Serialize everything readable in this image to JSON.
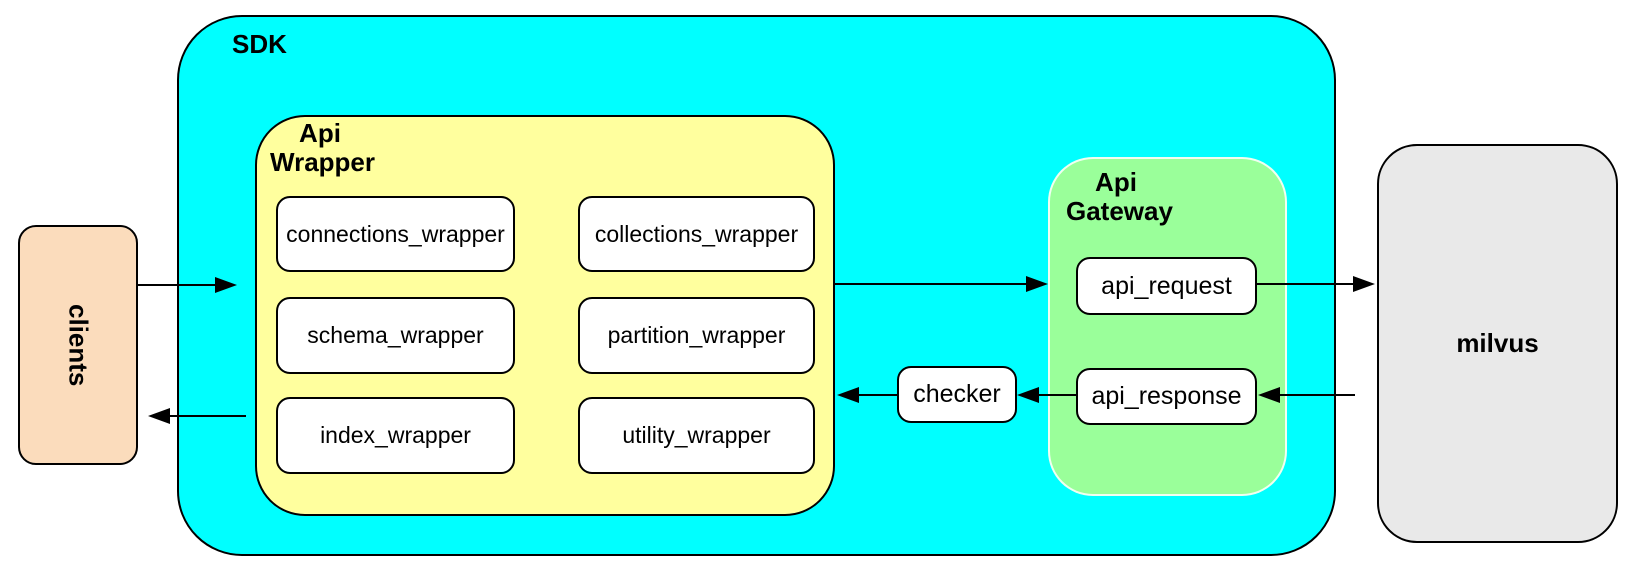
{
  "diagram": {
    "nodes": {
      "clients": {
        "label": "clients",
        "fill": "#FBDCBC"
      },
      "sdk": {
        "label": "SDK",
        "fill": "#00FFFF"
      },
      "api_wrapper": {
        "label": "Api\nWrapper",
        "fill": "#FFFF9E",
        "modules": [
          "connections_wrapper",
          "collections_wrapper",
          "schema_wrapper",
          "partition_wrapper",
          "index_wrapper",
          "utility_wrapper"
        ]
      },
      "checker": {
        "label": "checker",
        "fill": "#FFFFFF"
      },
      "api_gateway": {
        "label": "Api\nGateway",
        "fill": "#9AFF9A",
        "modules": [
          "api_request",
          "api_response"
        ]
      },
      "milvus": {
        "label": "milvus",
        "fill": "#E9E9E9"
      }
    },
    "edges": [
      {
        "from": "clients",
        "to": "api_wrapper",
        "direction": "right"
      },
      {
        "from": "api_wrapper",
        "to": "clients",
        "direction": "left"
      },
      {
        "from": "api_wrapper",
        "to": "api_gateway",
        "direction": "right"
      },
      {
        "from": "api_request",
        "to": "milvus",
        "direction": "right"
      },
      {
        "from": "milvus",
        "to": "api_response",
        "direction": "left"
      },
      {
        "from": "api_response",
        "to": "checker",
        "direction": "left"
      },
      {
        "from": "checker",
        "to": "api_wrapper",
        "direction": "left"
      }
    ],
    "colors": {
      "border": "#000000",
      "module_fill": "#FFFFFF"
    }
  }
}
